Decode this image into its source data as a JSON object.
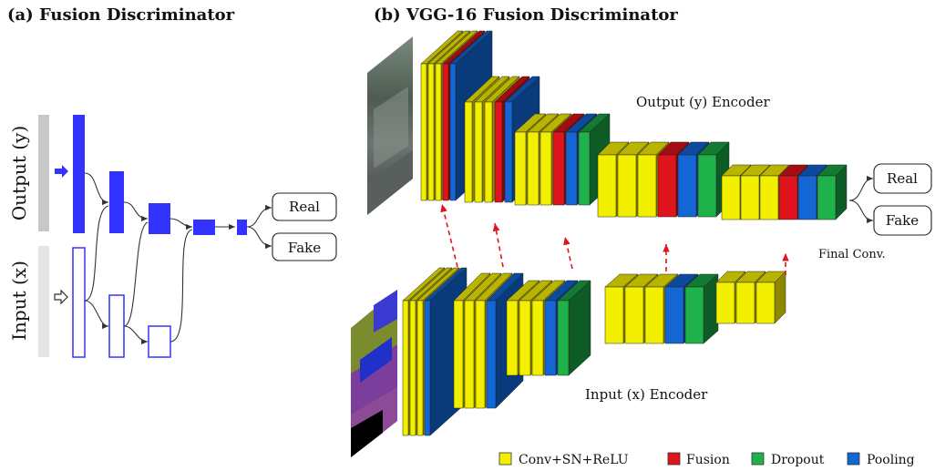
{
  "panel_a": {
    "title": "(a) Fusion Discriminator",
    "output_label": "Output (y)",
    "input_label": "Input (x)",
    "real": "Real",
    "fake": "Fake"
  },
  "panel_b": {
    "title": "(b) VGG-16 Fusion Discriminator",
    "output_encoder": "Output (y) Encoder",
    "input_encoder": "Input (x) Encoder",
    "real": "Real",
    "fake": "Fake",
    "final_conv": "Final Conv."
  },
  "legend": [
    {
      "label": "Conv+SN+ReLU",
      "color": "#f2f000"
    },
    {
      "label": "Fusion",
      "color": "#e0141c"
    },
    {
      "label": "Dropout",
      "color": "#1fb24a"
    },
    {
      "label": "Pooling",
      "color": "#1466d4"
    }
  ],
  "colors": {
    "block_blue": "#3333ff",
    "output_bar": "#c8c8c8",
    "input_bar": "#e4e4e4"
  }
}
